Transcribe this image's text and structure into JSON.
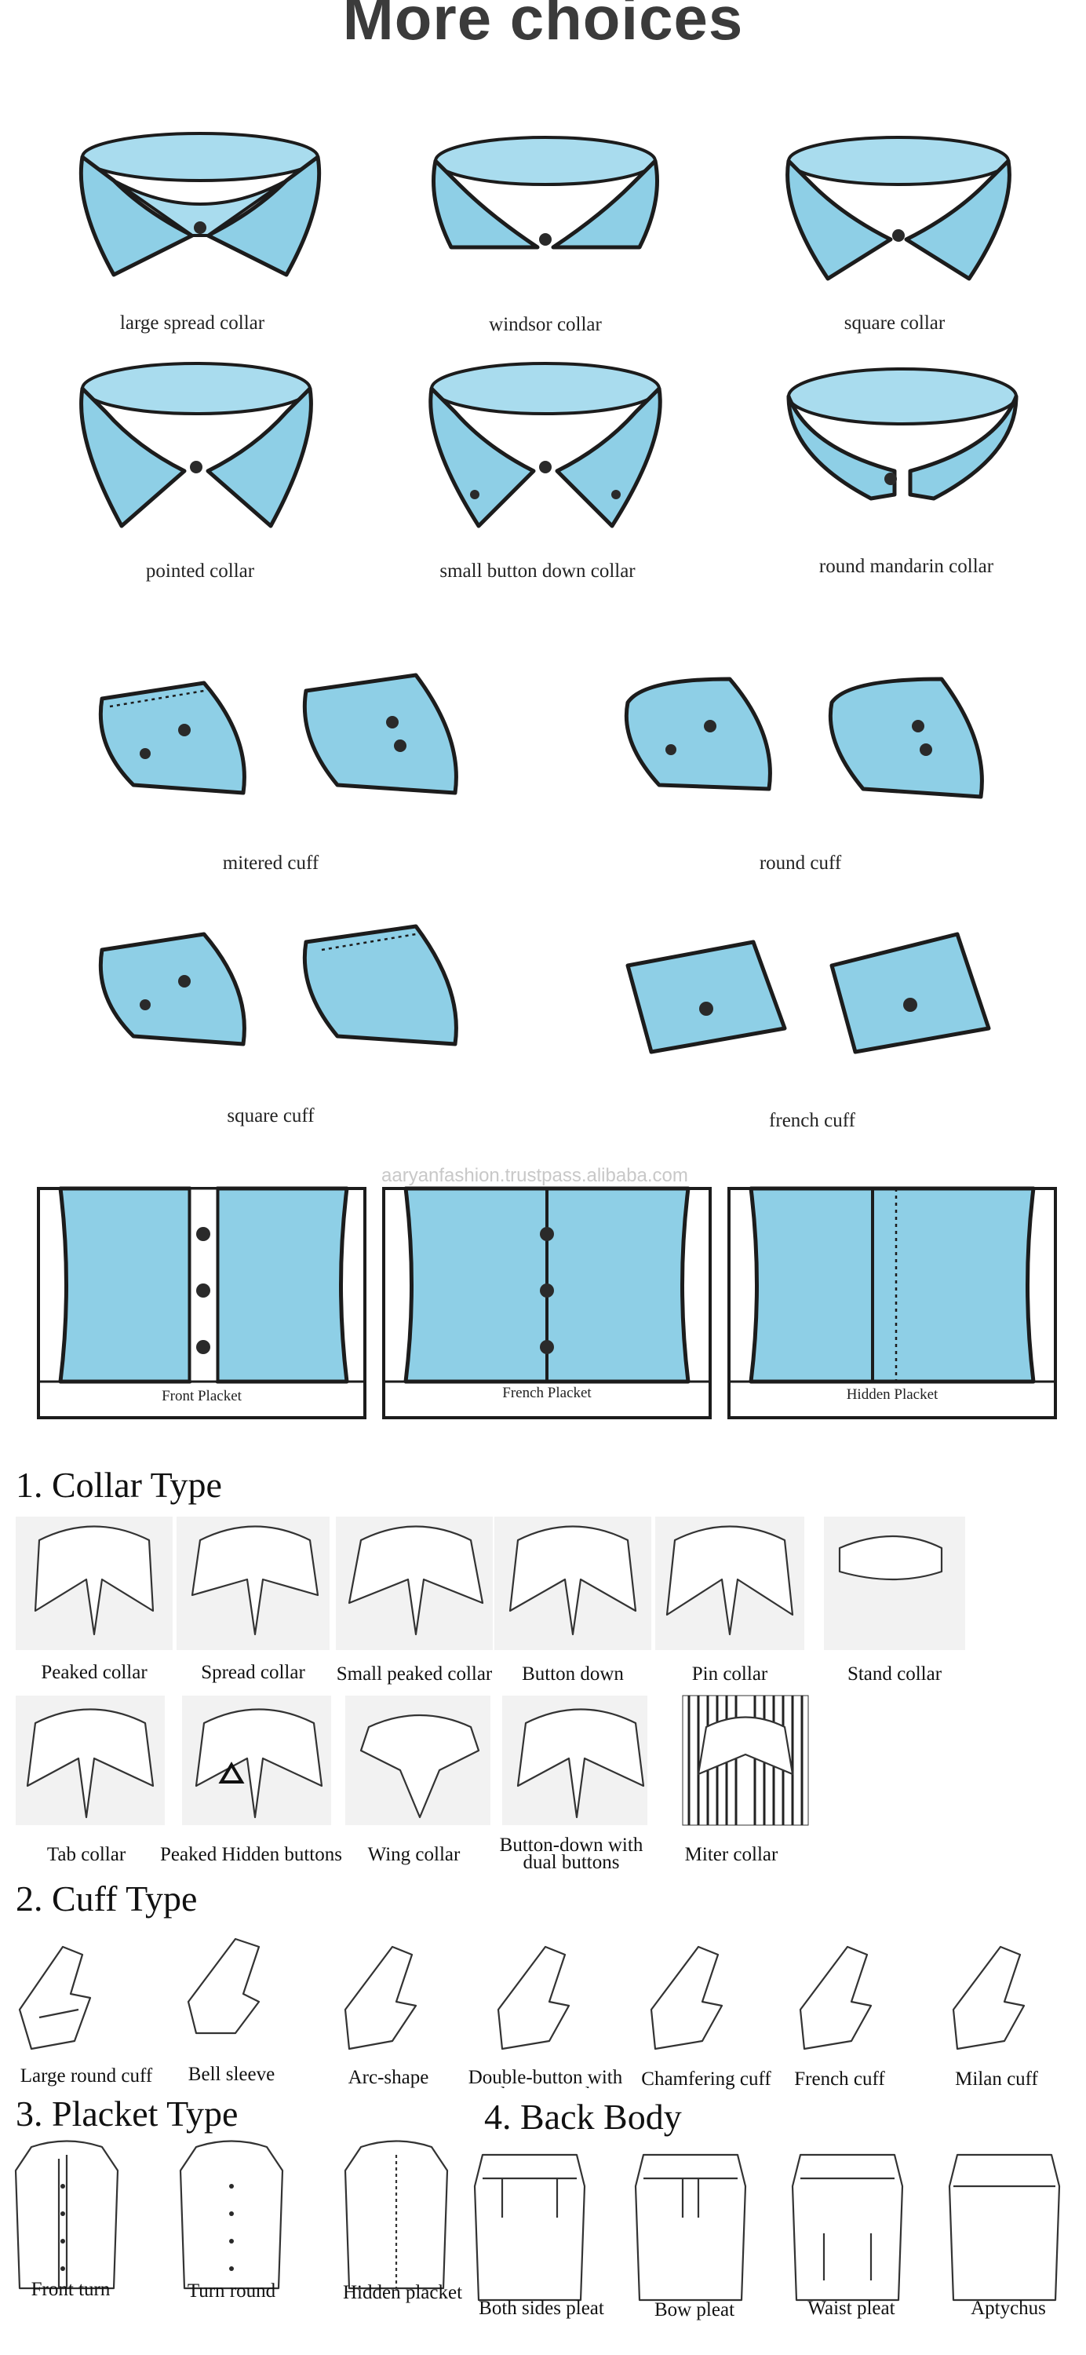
{
  "title": "More choices",
  "watermark": "aaryanfashion.trustpass.alibaba.com",
  "collars": [
    "large spread collar",
    "windsor collar",
    "square collar",
    "pointed collar",
    "small button down collar",
    "round mandarin collar"
  ],
  "cuffs": [
    "mitered cuff",
    "round cuff",
    "square  cuff",
    "french cuff"
  ],
  "plackets": [
    "Front  Placket",
    "French Placket",
    "Hidden  Placket"
  ],
  "sections": {
    "collar_type": "1. Collar Type",
    "cuff_type": "2. Cuff Type",
    "placket_type": "3. Placket Type",
    "back_body": "4. Back Body"
  },
  "collar_types_row1": [
    "Peaked  collar",
    "Spread collar",
    "Small peaked collar",
    "Button down",
    "Pin collar",
    "Stand collar"
  ],
  "collar_types_row2": [
    "Tab collar",
    "Peaked Hidden buttons",
    "Wing collar",
    "Button-down with dual buttons",
    "Miter  collar"
  ],
  "cuff_types": [
    "Large round cuff",
    "Bell sleeve",
    "Arc-shape",
    "Double-button with large round",
    "Chamfering cuff",
    "French cuff",
    "Milan cuff"
  ],
  "placket_types": [
    "Front turn",
    "Turn round",
    "Hidden placket"
  ],
  "back_body_types": [
    "Both sides pleat",
    "Bow pleat",
    "Waist pleat",
    "Aptychus"
  ]
}
